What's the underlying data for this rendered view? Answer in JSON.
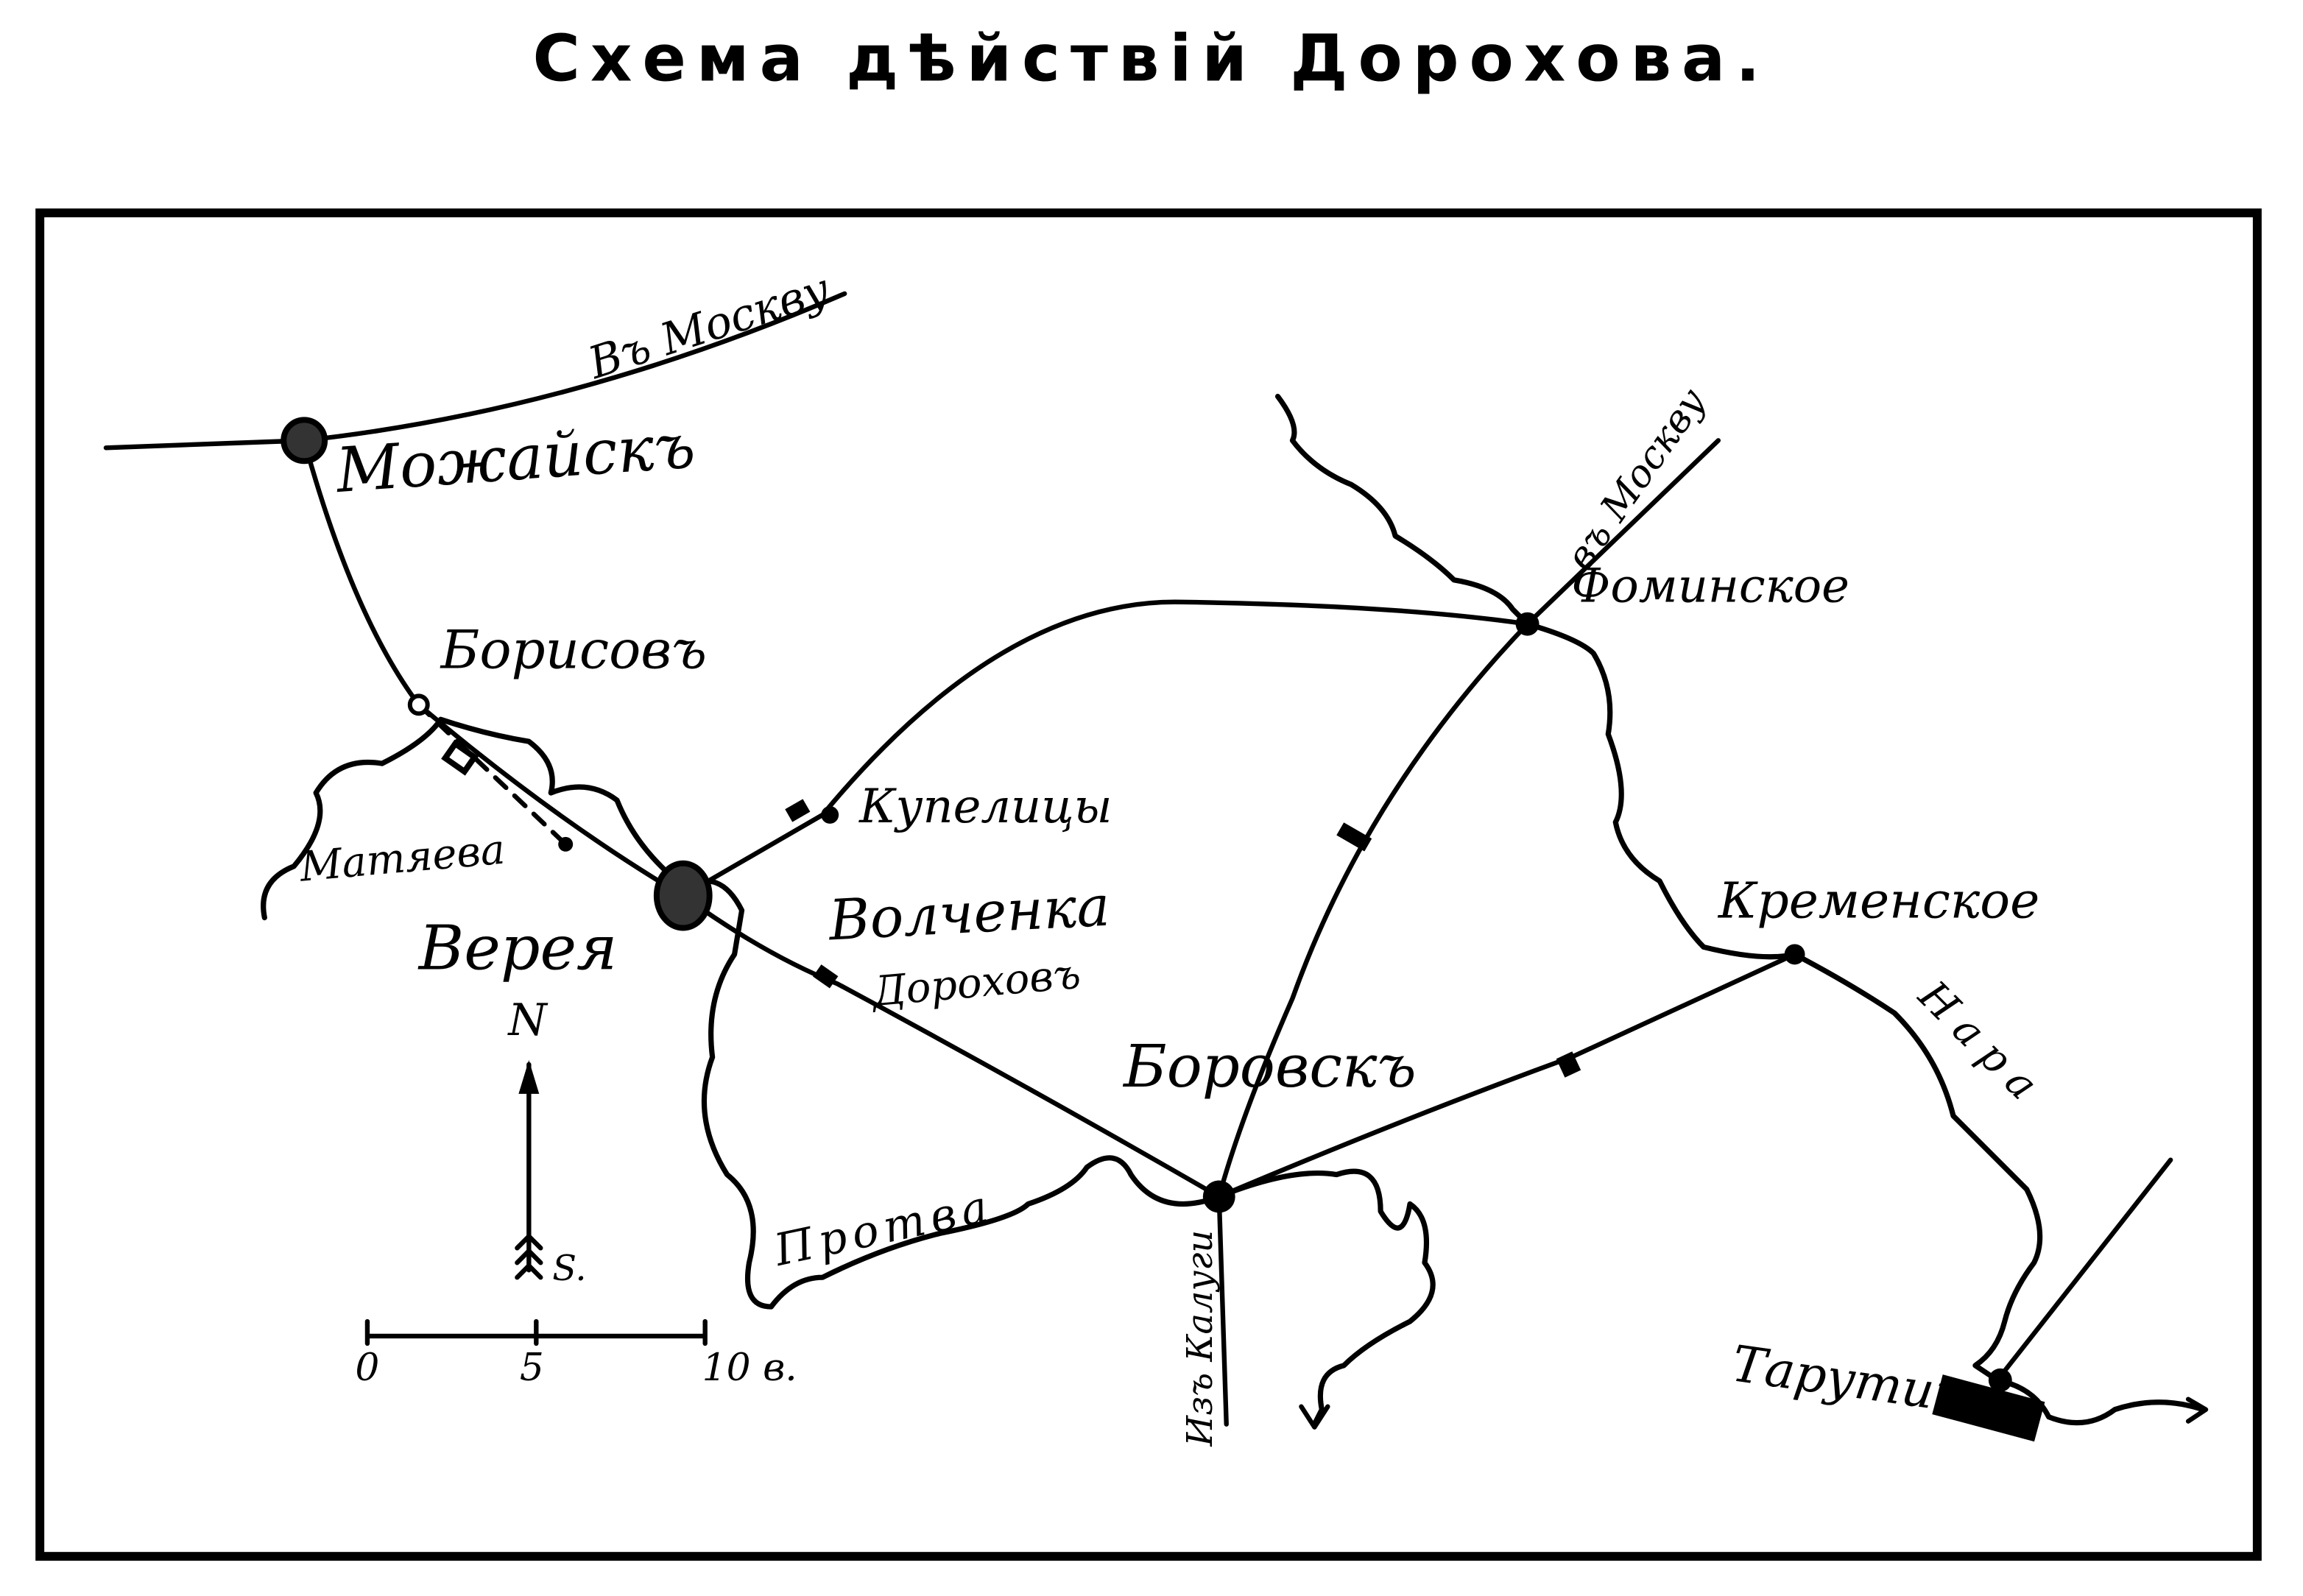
{
  "title": "Схема дѣйствій Дорохова.",
  "places": {
    "mozhaysk": "Можайскъ",
    "borisov": "Борисовъ",
    "matyaeva": "Матяева",
    "vereya": "Верея",
    "kupelitsy": "Купелицы",
    "volchenka": "Волченка",
    "dorokhov": "Дороховъ",
    "borovsk": "Боровскъ",
    "fominskoe": "Фоминское",
    "kremenskoe": "Кременское",
    "tarutino": "Тарутино"
  },
  "roads": {
    "to_moscow_1": "Въ Москву",
    "to_moscow_2": "въ Москву",
    "from_kaluga": "Изъ Калуги"
  },
  "rivers": {
    "protva": "Протва",
    "nara": "Нара"
  },
  "compass": {
    "north": "N",
    "south": "S."
  },
  "scale": {
    "tick0": "0",
    "tick5": "5",
    "tick10": "10 в."
  },
  "colors": {
    "ink": "#000000",
    "paper": "#ffffff"
  }
}
